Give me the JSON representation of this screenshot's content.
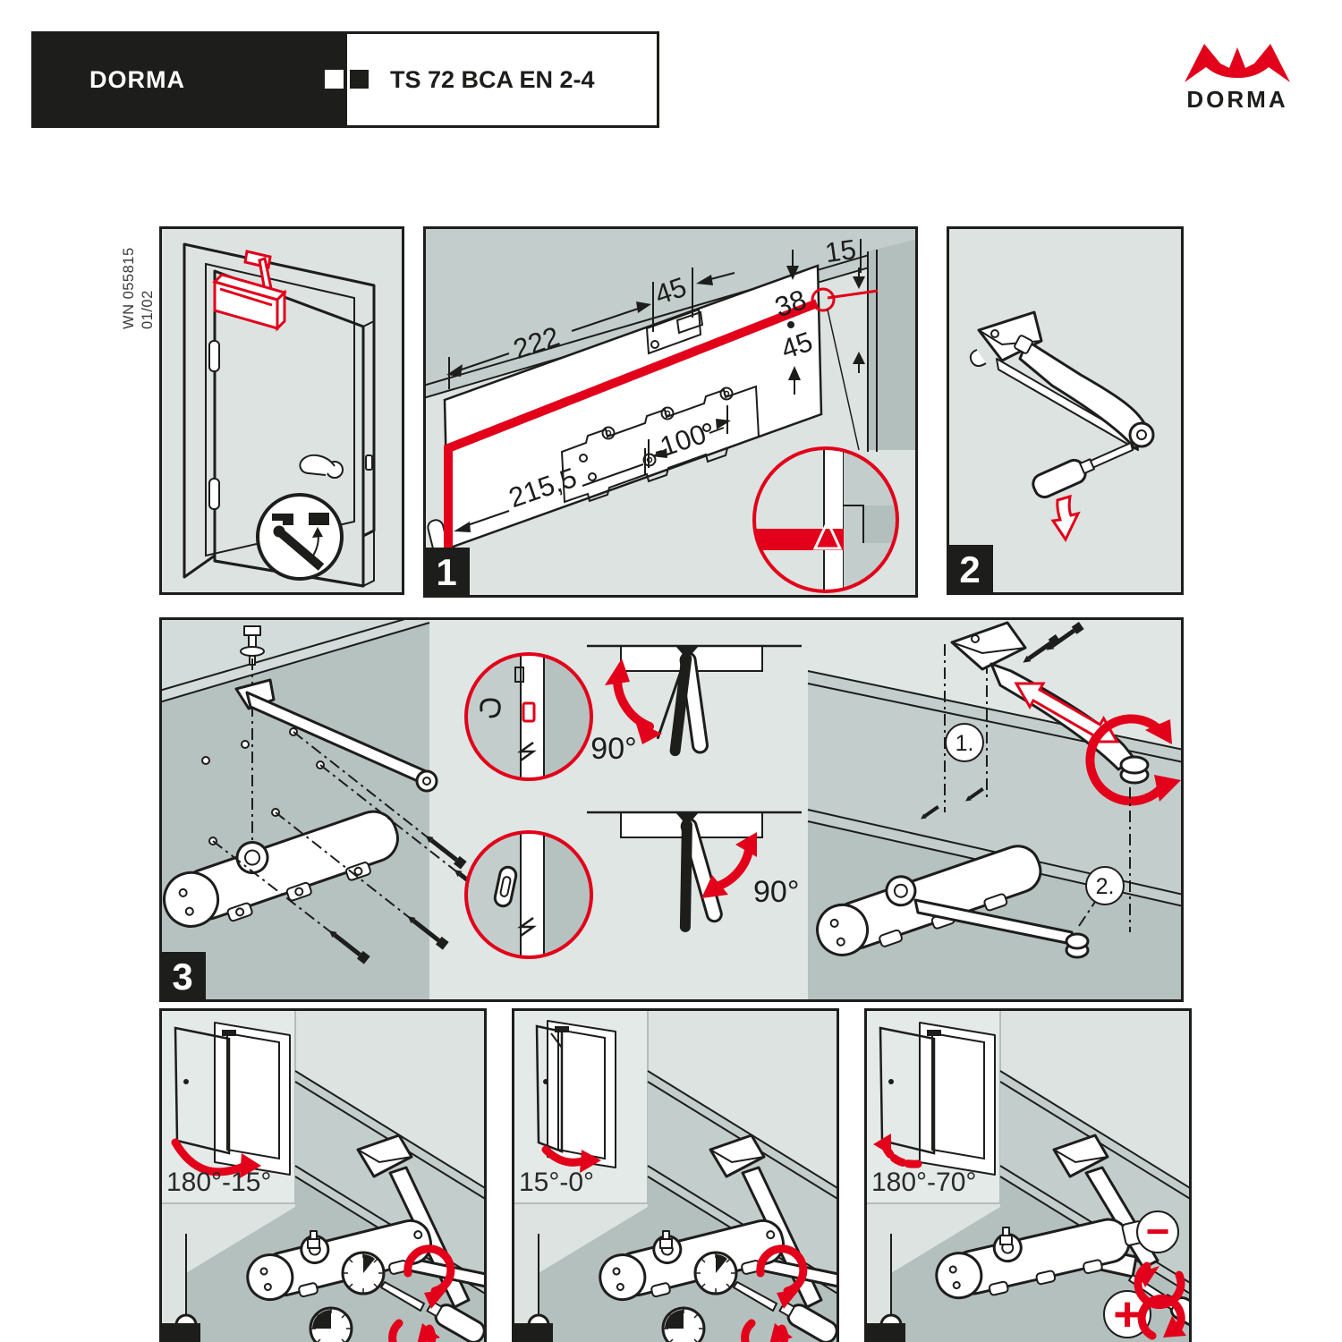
{
  "colors": {
    "accent_red": "#e2001a",
    "ink": "#1d1d1b",
    "panel_bg": "#dce3e1",
    "wall_mid": "#c3cecc",
    "wall_dark": "#b3bfbd"
  },
  "header": {
    "brand": "DORMA",
    "product": "TS 72 BCA EN 2-4"
  },
  "logo": {
    "wordmark": "DORMA"
  },
  "doc_ref": {
    "number": "WN 055815",
    "revision": "01/02"
  },
  "step1": {
    "number": "1",
    "dim_width_total": "222",
    "dim_top_offset": "45",
    "dim_38": "38",
    "dim_15": "15",
    "dim_45_right": "45",
    "dim_100": "100",
    "dim_215_5": "215,5"
  },
  "step2": {
    "number": "2"
  },
  "step3": {
    "number": "3",
    "rotate_up": "90°",
    "rotate_down": "90°",
    "seq_first": "1.",
    "seq_second": "2."
  },
  "adjust_panels": [
    {
      "range": "180°-15°"
    },
    {
      "range": "15°-0°"
    },
    {
      "range": "180°-70°",
      "decrease": "−",
      "increase": "+"
    }
  ]
}
